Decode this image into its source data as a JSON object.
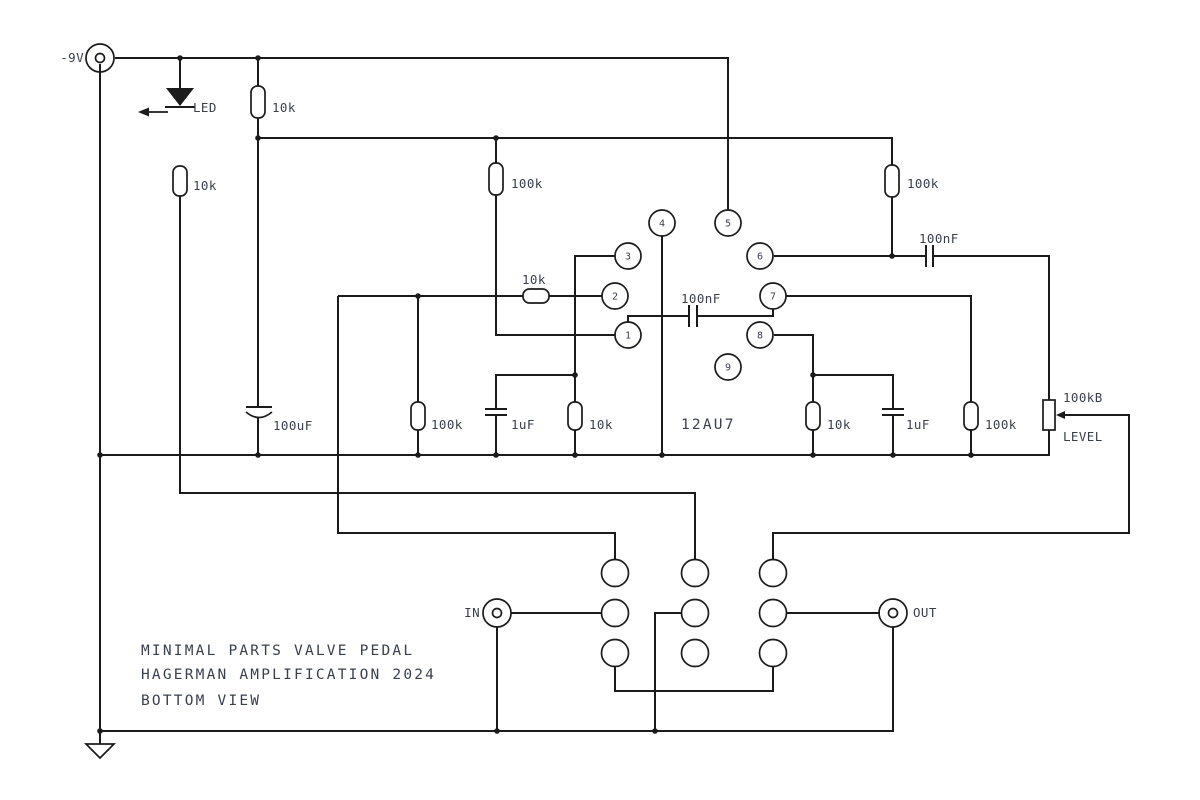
{
  "diagram": {
    "power": {
      "label": "-9V"
    },
    "led": {
      "label": "LED",
      "resistor": "10k"
    },
    "supply": {
      "resistor": "10k",
      "filter_cap": "100uF"
    },
    "stage1": {
      "plate_resistor": "100k",
      "grid_resistor": "10k",
      "grid_leak": "100k",
      "cathode_resistor": "10k",
      "cathode_cap": "1uF"
    },
    "coupling_cap": "100nF",
    "stage2": {
      "plate_resistor": "100k",
      "output_cap": "100nF",
      "cathode_resistor": "10k",
      "cathode_cap": "1uF",
      "load_resistor": "100k"
    },
    "tube": {
      "label": "12AU7",
      "pins": [
        "1",
        "2",
        "3",
        "4",
        "5",
        "6",
        "7",
        "8",
        "9"
      ]
    },
    "pot": {
      "value": "100kB",
      "label": "LEVEL"
    },
    "jacks": {
      "in": "IN",
      "out": "OUT"
    },
    "title_block": [
      "MINIMAL PARTS VALVE PEDAL",
      "HAGERMAN AMPLIFICATION 2024",
      "BOTTOM VIEW"
    ],
    "colors": {
      "line": "#1b1b1b",
      "text": "#3a3f4d",
      "background": "#ffffff"
    }
  }
}
